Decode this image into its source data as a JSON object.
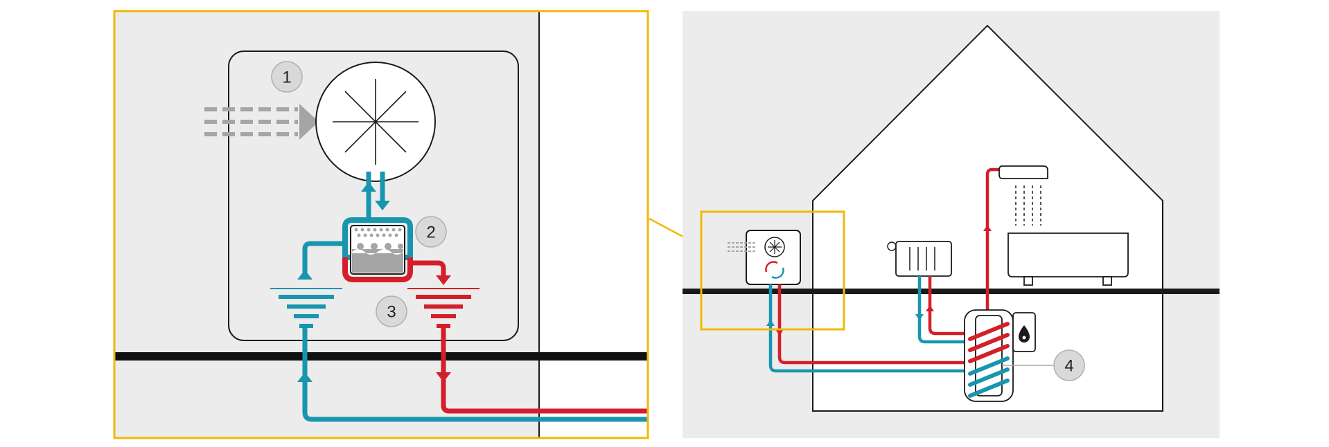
{
  "callouts": {
    "c1": "1",
    "c2": "2",
    "c3": "3",
    "c4": "4"
  },
  "colors": {
    "cold": "#1896b0",
    "hot": "#d41f2a",
    "highlight": "#f2b705",
    "background": "#ececec",
    "ground": "#1a1a1a",
    "airflow": "#a5a5a5",
    "callout_fill": "#d9d9d9"
  },
  "icons": {
    "fan": "fan-icon",
    "heat_exchanger": "heat-exchanger-icon",
    "radiator": "radiator-icon",
    "shower": "shower-icon",
    "bathtub": "bathtub-icon",
    "boiler_flame": "flame-icon",
    "cycle": "cycle-arrows-icon"
  }
}
